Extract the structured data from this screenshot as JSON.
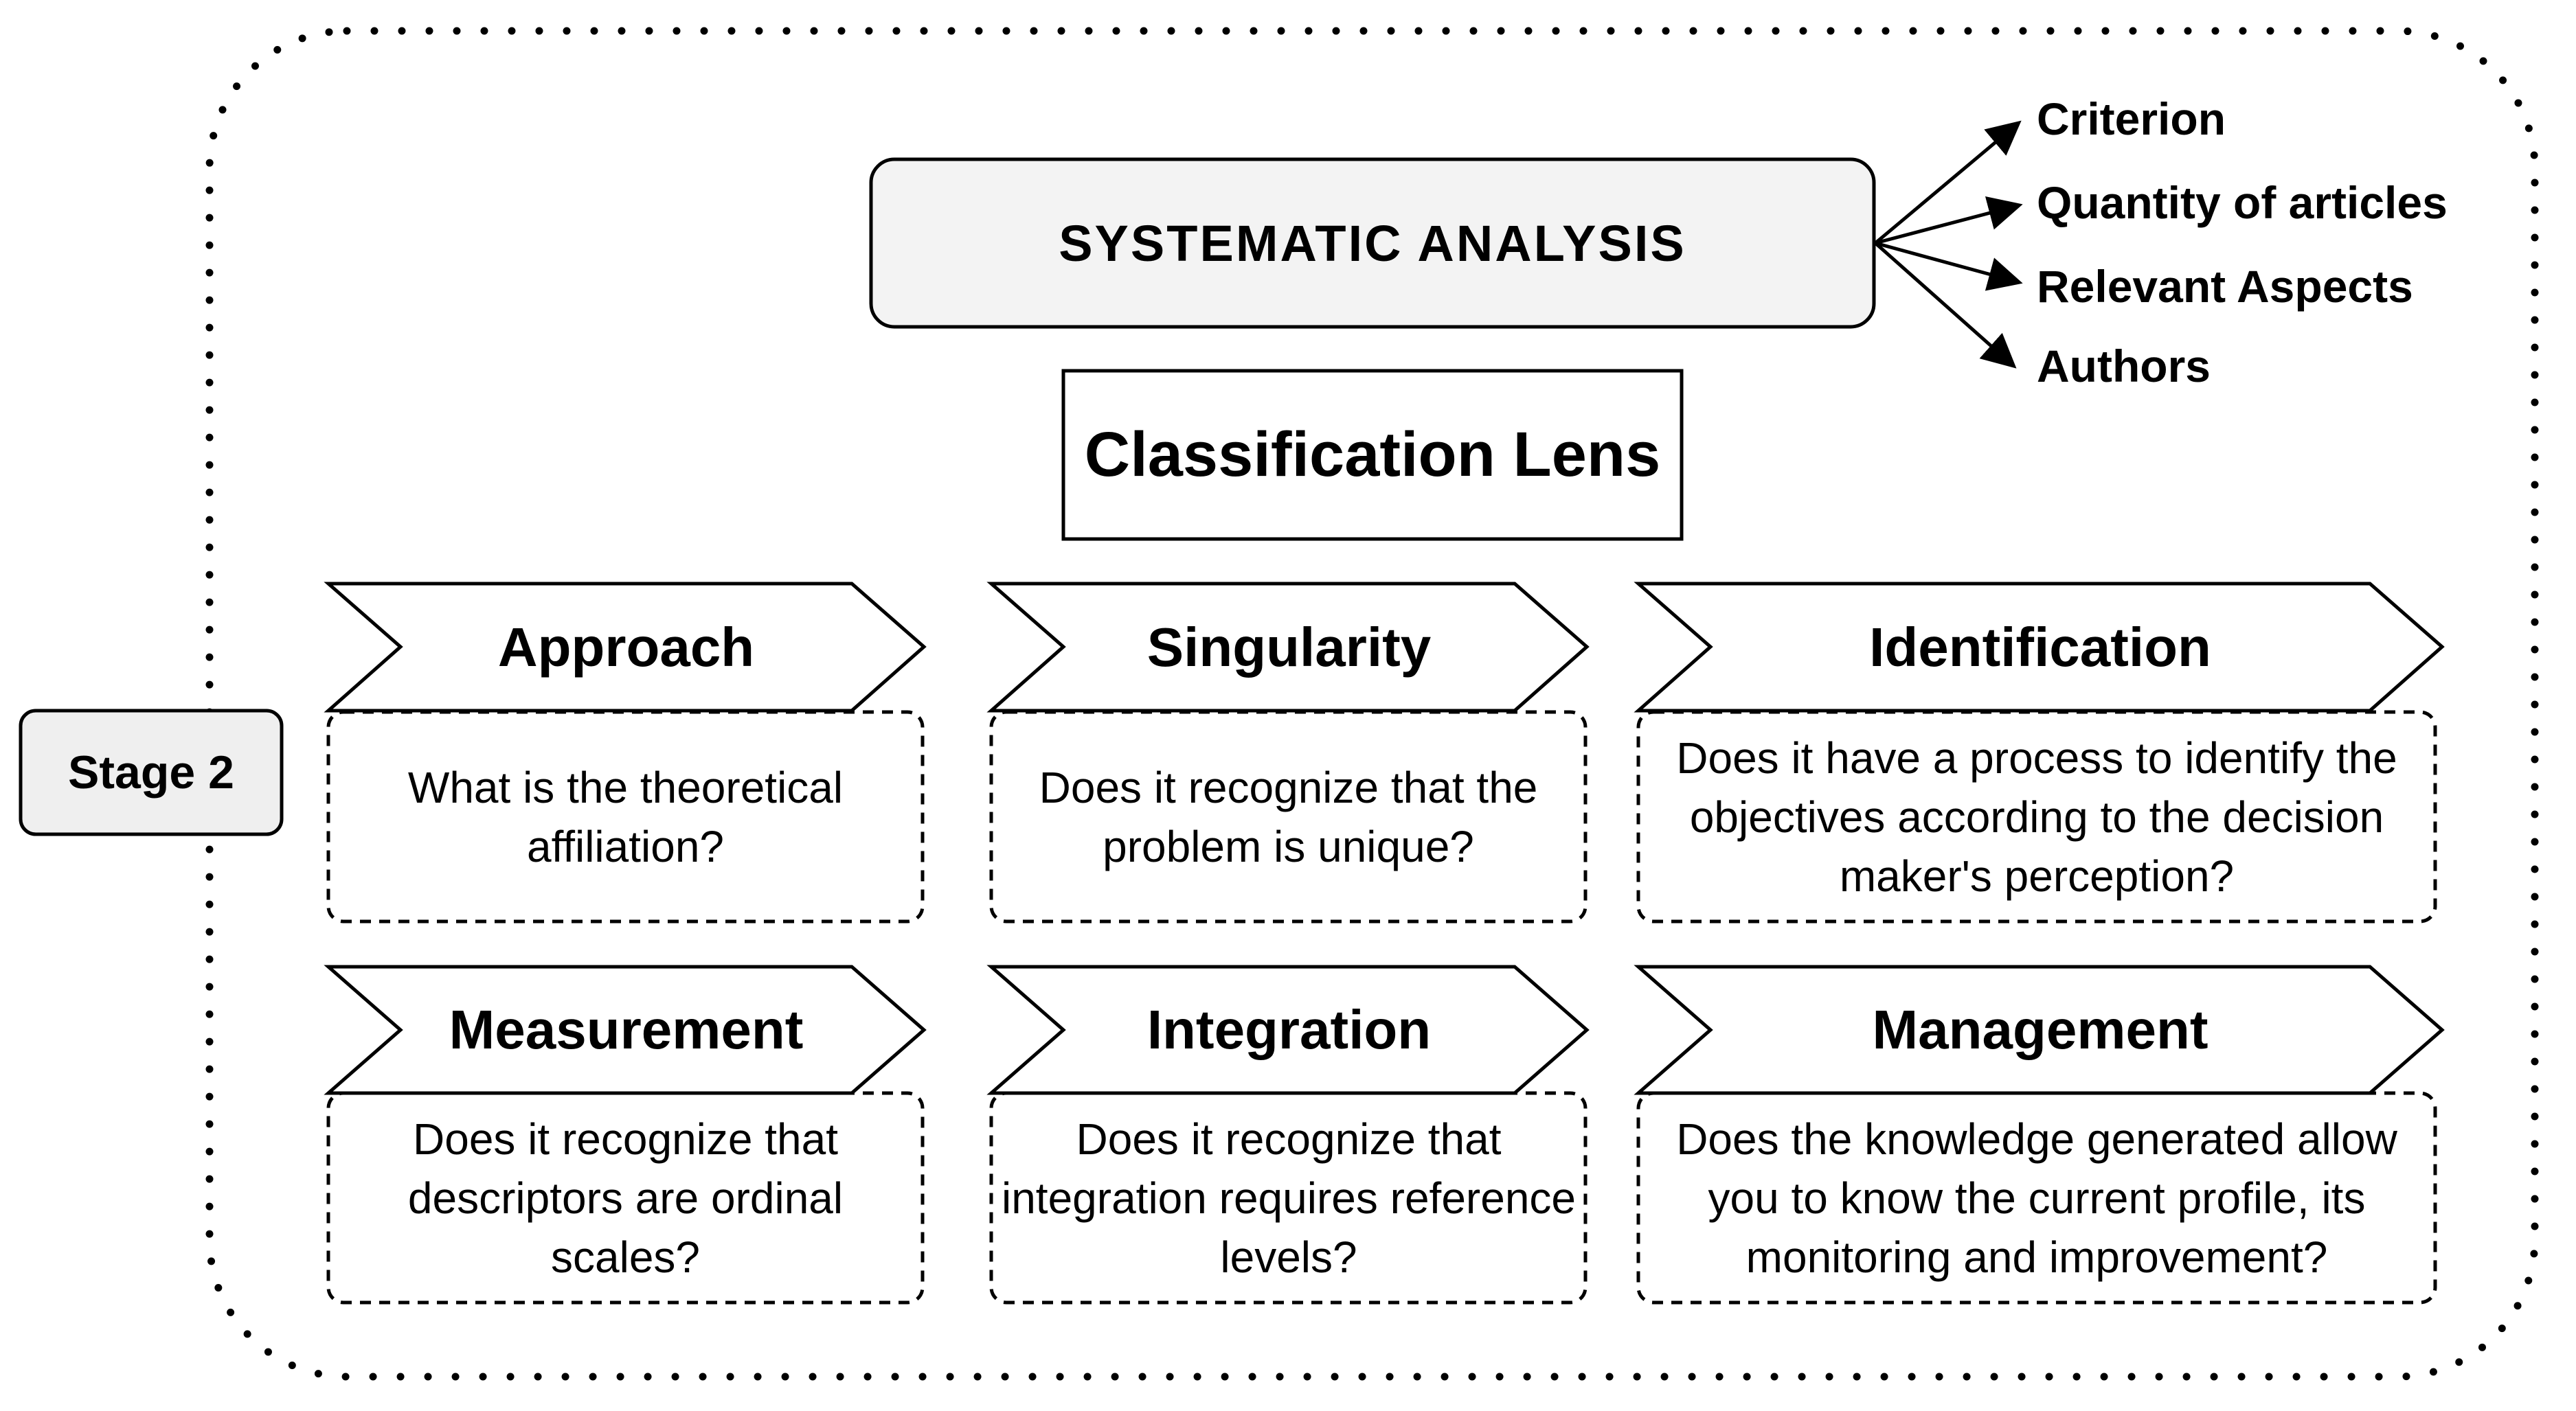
{
  "stage_label": "Stage 2",
  "analysis": {
    "title": "SYSTEMATIC ANALYSIS",
    "outputs": [
      "Criterion",
      "Quantity of articles",
      "Relevant Aspects",
      "Authors"
    ]
  },
  "lens_title": "Classification Lens",
  "lenses": [
    {
      "title": "Approach",
      "question": "What is the theoretical affiliation?"
    },
    {
      "title": "Singularity",
      "question": "Does it recognize that the problem is unique?"
    },
    {
      "title": "Identification",
      "question": "Does it have a process to identify the objectives according to the decision maker's perception?"
    },
    {
      "title": "Measurement",
      "question": "Does it recognize that descriptors are ordinal scales?"
    },
    {
      "title": "Integration",
      "question": "Does it recognize that integration requires reference levels?"
    },
    {
      "title": "Management",
      "question": "Does the knowledge generated allow you to know the current profile, its monitoring and improvement?"
    }
  ]
}
